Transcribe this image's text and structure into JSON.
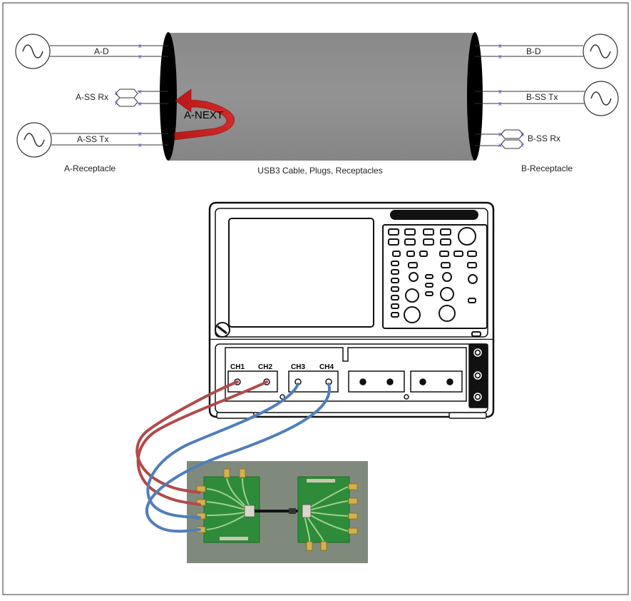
{
  "diagram": {
    "labels": {
      "a_d": "A-D",
      "a_ss_rx": "A-SS Rx",
      "a_ss_tx": "A-SS Tx",
      "a_next": "A-NEXT",
      "a_receptacle": "A-Receptacle",
      "b_d": "B-D",
      "b_ss_tx": "B-SS Tx",
      "b_ss_rx": "B-SS Rx",
      "b_receptacle": "B-Receptacle",
      "cable_caption": "USB3 Cable, Plugs, Receptacles"
    },
    "scope": {
      "channels": [
        "CH1",
        "CH2",
        "CH3",
        "CH4"
      ]
    },
    "colors": {
      "cable_body": "#8c8c8c",
      "next_arrow": "#cc1f1f",
      "red_cable": "#b24a4a",
      "blue_cable": "#4f7fb8",
      "pcb_green": "#2e8b3a",
      "photo_bg": "#7f8a7c",
      "connector_blue": "#4a4ae0"
    },
    "icons": [
      "sine-source-icon",
      "differential-port-icon",
      "sma-connector-icon"
    ]
  }
}
